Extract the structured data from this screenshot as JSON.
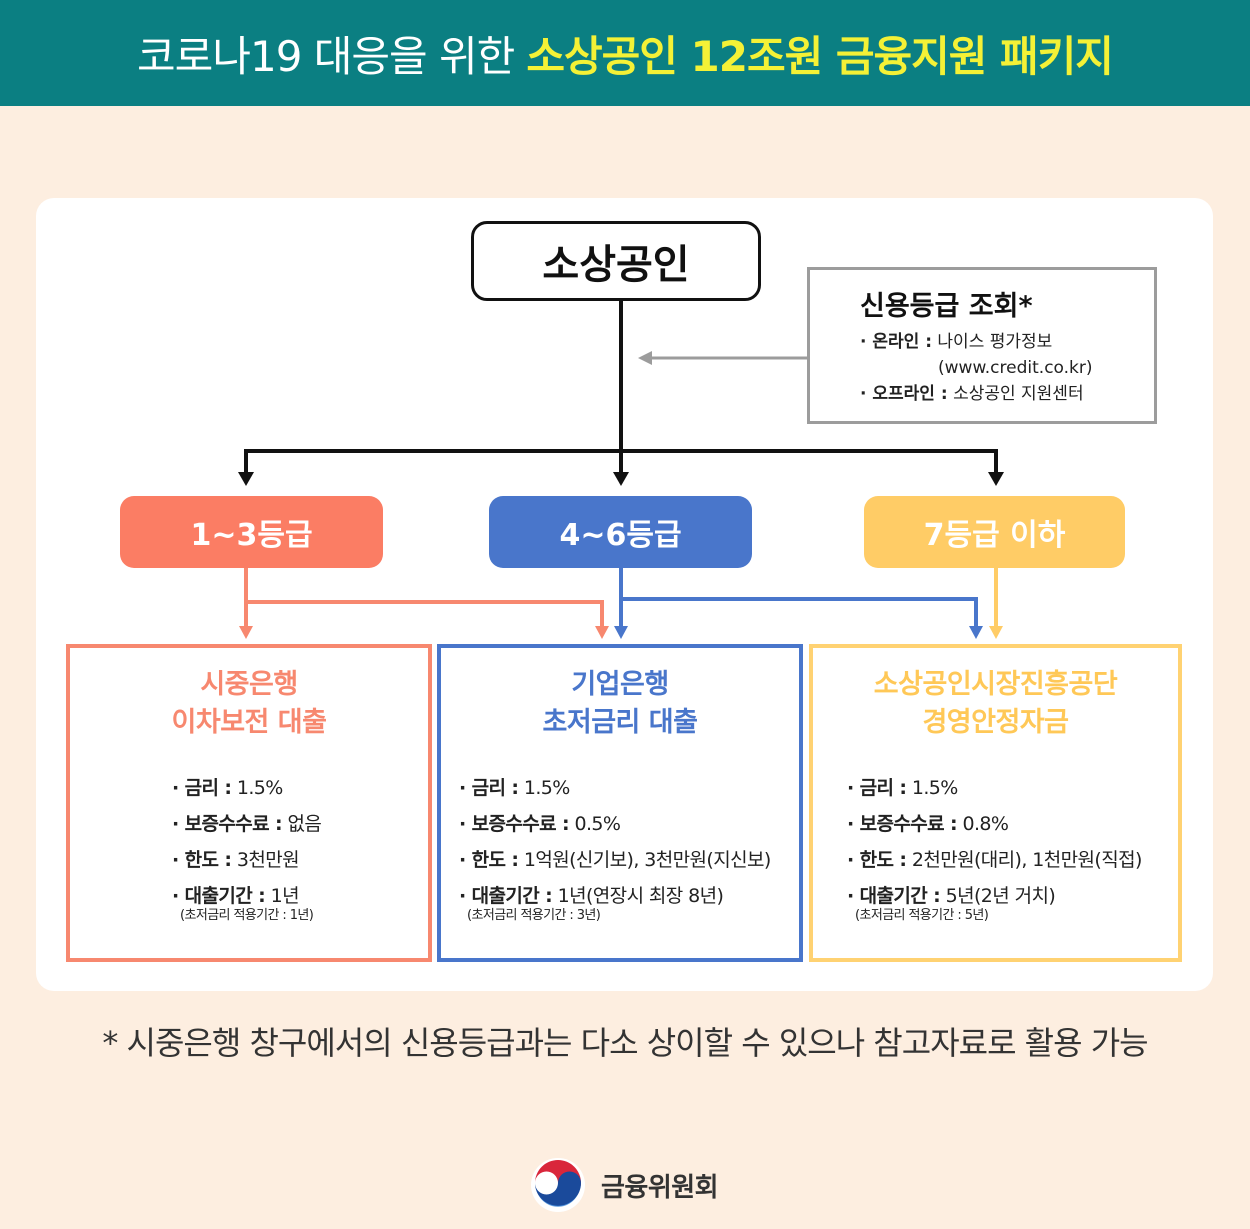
{
  "header": {
    "title_plain": "코로나19 대응을 위한",
    "title_highlight": "소상공인 12조원 금융지원 패키지"
  },
  "colors": {
    "teal": "#0b7f82",
    "highlight_yellow": "#f4f136",
    "coral": "#fb7d64",
    "blue": "#4976cb",
    "yellow": "#ffcc66",
    "gray": "#9c9c9c"
  },
  "root": {
    "label": "소상공인"
  },
  "credit_check": {
    "title": "신용등급 조회*",
    "online_label": "· 온라인 :",
    "online_value": "나이스 평가정보",
    "online_url": "(www.credit.co.kr)",
    "offline_label": "· 오프라인 :",
    "offline_value": "소상공인 지원센터"
  },
  "grades": [
    {
      "label": "1~3등급"
    },
    {
      "label": "4~6등급"
    },
    {
      "label": "7등급 이하"
    }
  ],
  "programs": [
    {
      "title_line1": "시중은행",
      "title_line2": "이차보전 대출",
      "rate_label": "· 금리 :",
      "rate_value": "1.5%",
      "fee_label": "· 보증수수료 :",
      "fee_value": "없음",
      "limit_label": "· 한도 :",
      "limit_value": "3천만원",
      "period_label": "· 대출기간 :",
      "period_value": "1년",
      "period_note": "(초저금리 적용기간 : 1년)"
    },
    {
      "title_line1": "기업은행",
      "title_line2": "초저금리 대출",
      "rate_label": "· 금리 :",
      "rate_value": "1.5%",
      "fee_label": "· 보증수수료 :",
      "fee_value": "0.5%",
      "limit_label": "· 한도 :",
      "limit_value": "1억원(신기보), 3천만원(지신보)",
      "period_label": "· 대출기간 :",
      "period_value": "1년(연장시 최장 8년)",
      "period_note": "(초저금리 적용기간 : 3년)"
    },
    {
      "title_line1": "소상공인시장진흥공단",
      "title_line2": "경영안정자금",
      "rate_label": "· 금리 :",
      "rate_value": "1.5%",
      "fee_label": "· 보증수수료 :",
      "fee_value": "0.8%",
      "limit_label": "· 한도 :",
      "limit_value": "2천만원(대리), 1천만원(직접)",
      "period_label": "· 대출기간 :",
      "period_value": "5년(2년 거치)",
      "period_note": "(초저금리 적용기간 : 5년)"
    }
  ],
  "footnote": "* 시중은행 창구에서의 신용등급과는 다소 상이할 수 있으나 참고자료로 활용 가능",
  "logo": {
    "text": "금융위원회",
    "icon": "taegeuk-emblem-icon"
  }
}
